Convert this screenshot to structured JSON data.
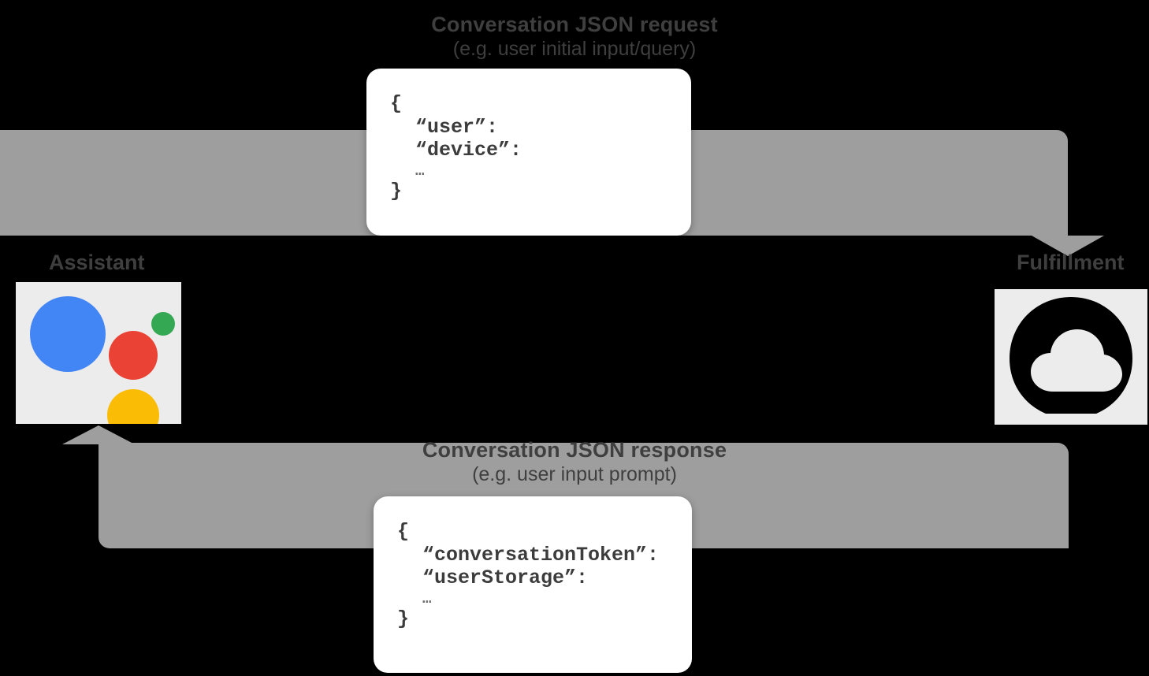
{
  "diagram": {
    "title": "Google Assistant conversation request/response flow",
    "background": "#000000",
    "band_color": "#9e9e9e",
    "card_color": "#ffffff",
    "text_color": "#3f3f3f"
  },
  "endpoints": {
    "left": {
      "label": "Assistant",
      "icon": "google-assistant-logo",
      "icon_colors": {
        "blue": "#4285f4",
        "red": "#ea4335",
        "green": "#34a853",
        "yellow": "#fbbc05"
      }
    },
    "right": {
      "label": "Fulfillment",
      "icon": "cloud-icon",
      "icon_color": "#000000"
    }
  },
  "flows": [
    {
      "id": "request",
      "direction": "assistant-to-fulfillment",
      "title": "Conversation JSON request",
      "subtitle": "(e.g. user initial input/query)",
      "payload": {
        "open": "{",
        "keys": [
          "“user”:",
          "“device”:"
        ],
        "ellipsis": "…",
        "close": "}"
      }
    },
    {
      "id": "response",
      "direction": "fulfillment-to-assistant",
      "title": "Conversation JSON response",
      "subtitle": "(e.g. user input prompt)",
      "payload": {
        "open": "{",
        "keys": [
          "“conversationToken”:",
          "“userStorage”:"
        ],
        "ellipsis": "…",
        "close": "}"
      }
    }
  ]
}
